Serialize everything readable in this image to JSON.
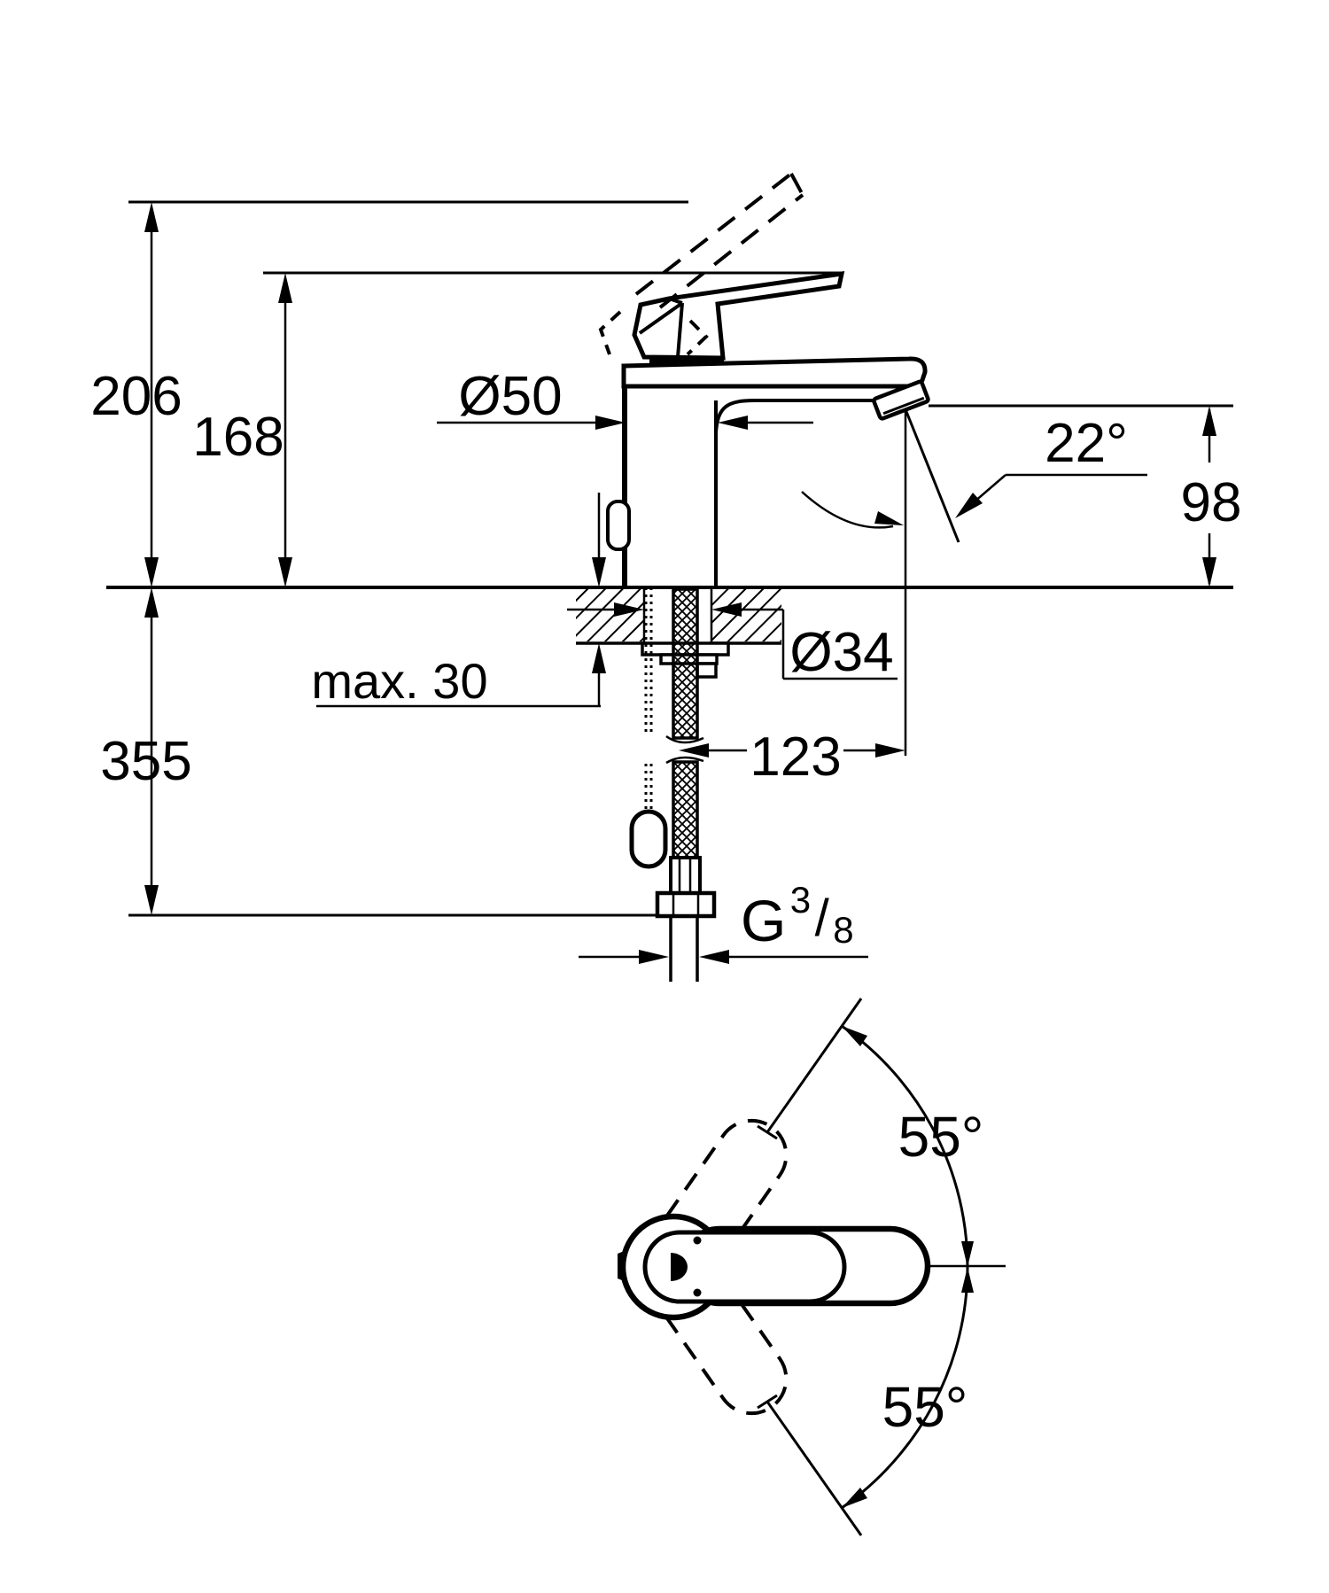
{
  "drawing": {
    "type": "technical-dimension-drawing",
    "views": {
      "front": "faucet side elevation with installation depths",
      "plan": "lever swing top view"
    },
    "colors": {
      "ink": "#000000",
      "paper": "#ffffff"
    },
    "labels": {
      "height_full": "206",
      "height_lever": "168",
      "body_dia": "Ø50",
      "jet_angle": "22°",
      "spout_height": "98",
      "counter_max": "max. 30",
      "hole_dia": "Ø34",
      "depth_below": "355",
      "reach": "123",
      "thread_g": "G",
      "thread_num": "3",
      "thread_slash": "/",
      "thread_den": "8",
      "swing_upper": "55°",
      "swing_lower": "55°"
    }
  }
}
